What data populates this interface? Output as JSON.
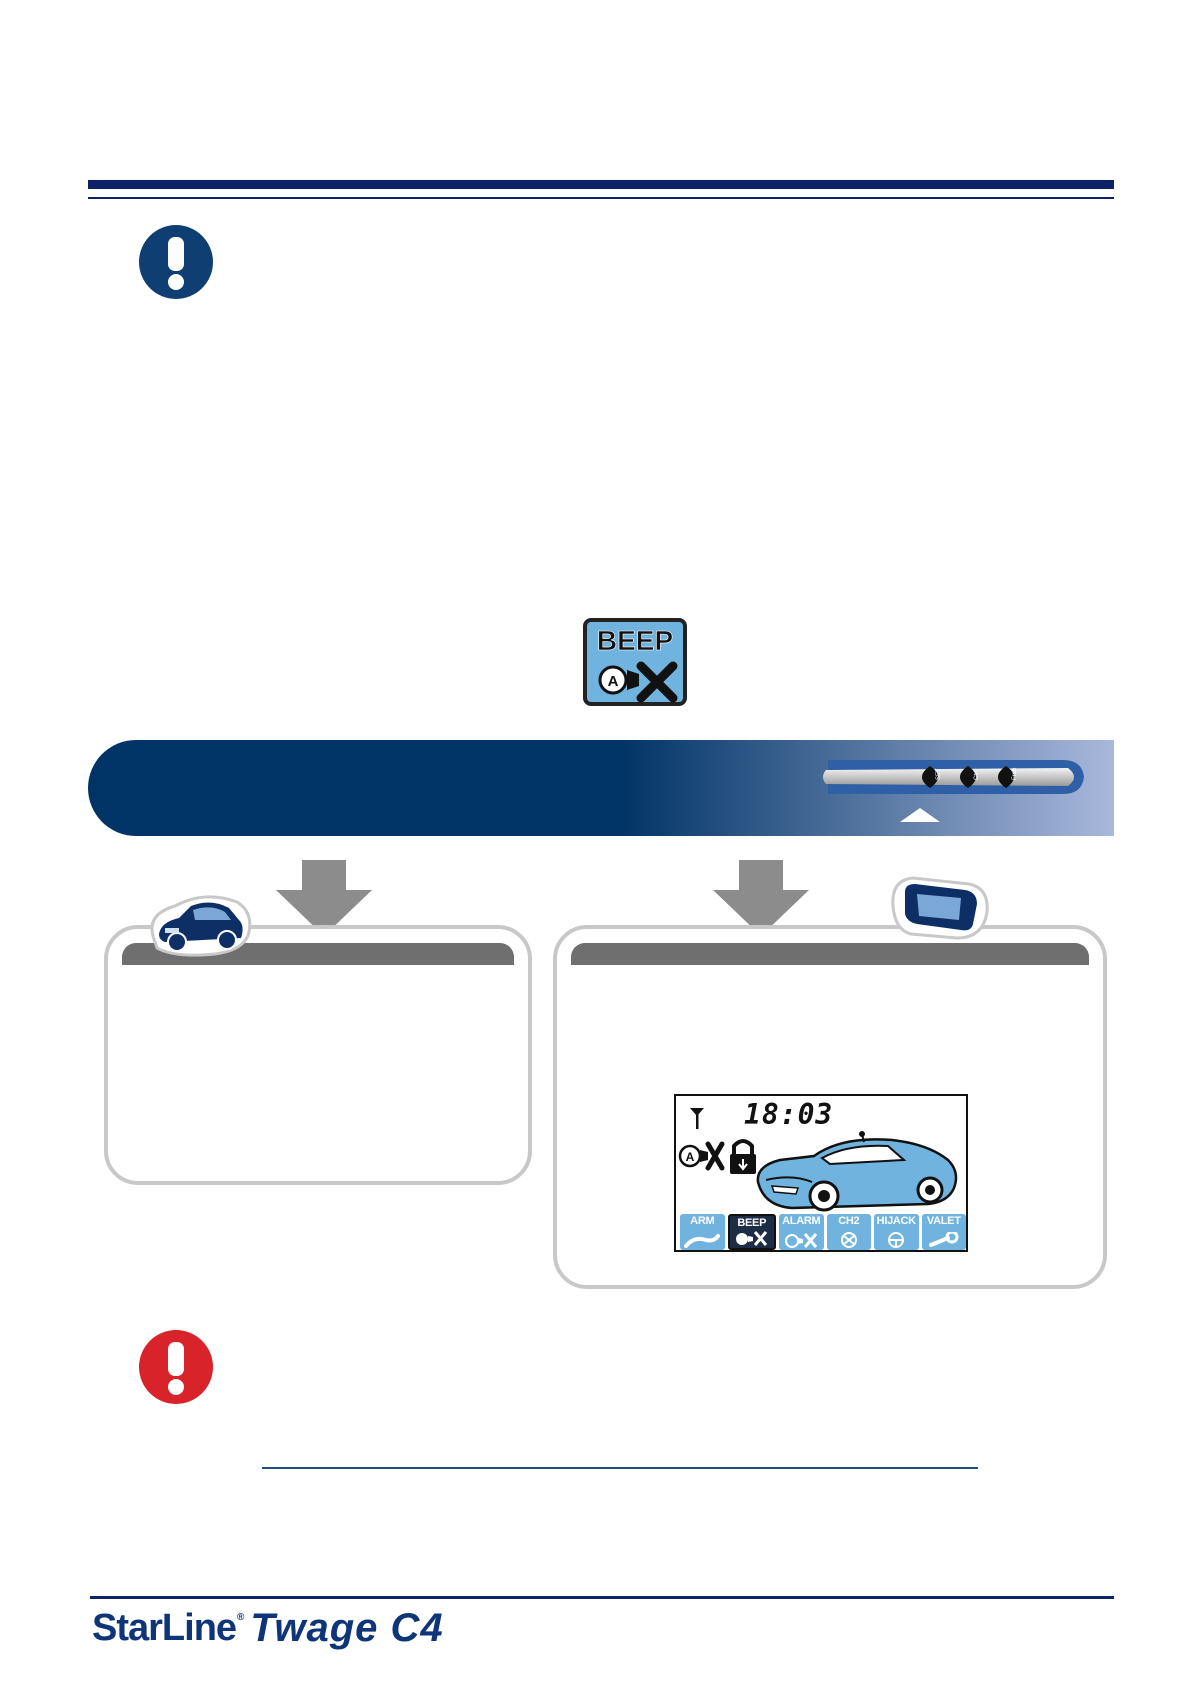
{
  "icons": {
    "info_note": "exclamation-icon",
    "warning_note": "exclamation-icon",
    "beep_off": "horn-muted-icon",
    "car": "car-icon",
    "key_fob": "key-fob-icon"
  },
  "colors": {
    "navy": "#0d2266",
    "banner_blue": "#013466",
    "info_icon": "#0f3e72",
    "warning_icon": "#d8232a",
    "panel_border": "#c8c8c8",
    "panel_bar": "#6f6f6f",
    "lcd_tab": "#6fb3de"
  },
  "beep_icon": {
    "label": "BEEP"
  },
  "remote": {
    "buttons": [
      "SET",
      "Ctrl",
      "Free"
    ]
  },
  "lcd": {
    "time": "18:03",
    "tabs": [
      {
        "label": "ARM",
        "active": false
      },
      {
        "label": "BEEP",
        "active": true
      },
      {
        "label": "ALARM",
        "active": false
      },
      {
        "label": "CH2",
        "active": false
      },
      {
        "label": "HIJACK",
        "active": false
      },
      {
        "label": "VALET",
        "active": false
      }
    ]
  },
  "footer": {
    "brand": "StarLine",
    "registered": "®",
    "model": "Twage C4"
  }
}
